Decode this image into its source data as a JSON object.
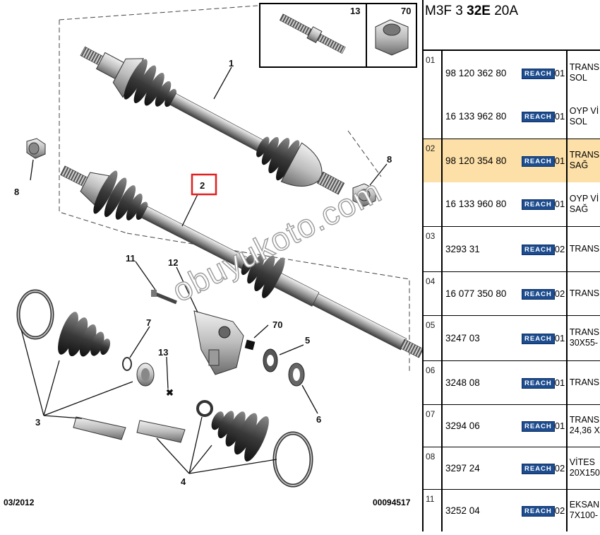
{
  "diagram": {
    "callouts": {
      "c1": "1",
      "c2": "2",
      "c3": "3",
      "c4": "4",
      "c5": "5",
      "c6": "6",
      "c7": "7",
      "c8a": "8",
      "c8b": "8",
      "c11": "11",
      "c12": "12",
      "c13": "13",
      "c70": "70",
      "inset13": "13",
      "inset70": "70"
    },
    "date_code": "03/2012",
    "diagram_id": "00094517",
    "watermark": "obuyukoto.com"
  },
  "panel": {
    "header_prefix": "M3F 3 ",
    "header_bold": "32E",
    "header_suffix": " 20A",
    "badge_label": "REACH",
    "rows": [
      {
        "group": "01",
        "ref": "98 120 362 80",
        "qty": "01",
        "desc1": "TRANS",
        "desc2": "SOL",
        "highlight": false,
        "first": true
      },
      {
        "group": "",
        "ref": "16 133 962 80",
        "qty": "01",
        "desc1": "OYP Vİ",
        "desc2": "SOL",
        "highlight": false,
        "first": false
      },
      {
        "group": "02",
        "ref": "98 120 354 80",
        "qty": "01",
        "desc1": "TRANS",
        "desc2": "SAĞ",
        "highlight": true,
        "first": true
      },
      {
        "group": "",
        "ref": "16 133 960 80",
        "qty": "01",
        "desc1": "OYP Vİ",
        "desc2": "SAĞ",
        "highlight": false,
        "first": false
      },
      {
        "group": "03",
        "ref": "3293 31",
        "qty": "02",
        "desc1": "TRANS",
        "desc2": "",
        "highlight": false,
        "first": true
      },
      {
        "group": "04",
        "ref": "16 077 350 80",
        "qty": "02",
        "desc1": "TRANS",
        "desc2": "",
        "highlight": false,
        "first": true
      },
      {
        "group": "05",
        "ref": "3247 03",
        "qty": "01",
        "desc1": "TRANS",
        "desc2": "30X55-",
        "highlight": false,
        "first": true
      },
      {
        "group": "06",
        "ref": "3248 08",
        "qty": "01",
        "desc1": "TRANS",
        "desc2": "",
        "highlight": false,
        "first": true
      },
      {
        "group": "07",
        "ref": "3294 06",
        "qty": "01",
        "desc1": "TRANS",
        "desc2": "24,36 X",
        "highlight": false,
        "first": true
      },
      {
        "group": "08",
        "ref": "3297 24",
        "qty": "02",
        "desc1": "VİTES",
        "desc2": "20X150",
        "highlight": false,
        "first": true
      },
      {
        "group": "11",
        "ref": "3252 04",
        "qty": "02",
        "desc1": "EKSAN",
        "desc2": "7X100-",
        "highlight": false,
        "first": true
      }
    ]
  }
}
